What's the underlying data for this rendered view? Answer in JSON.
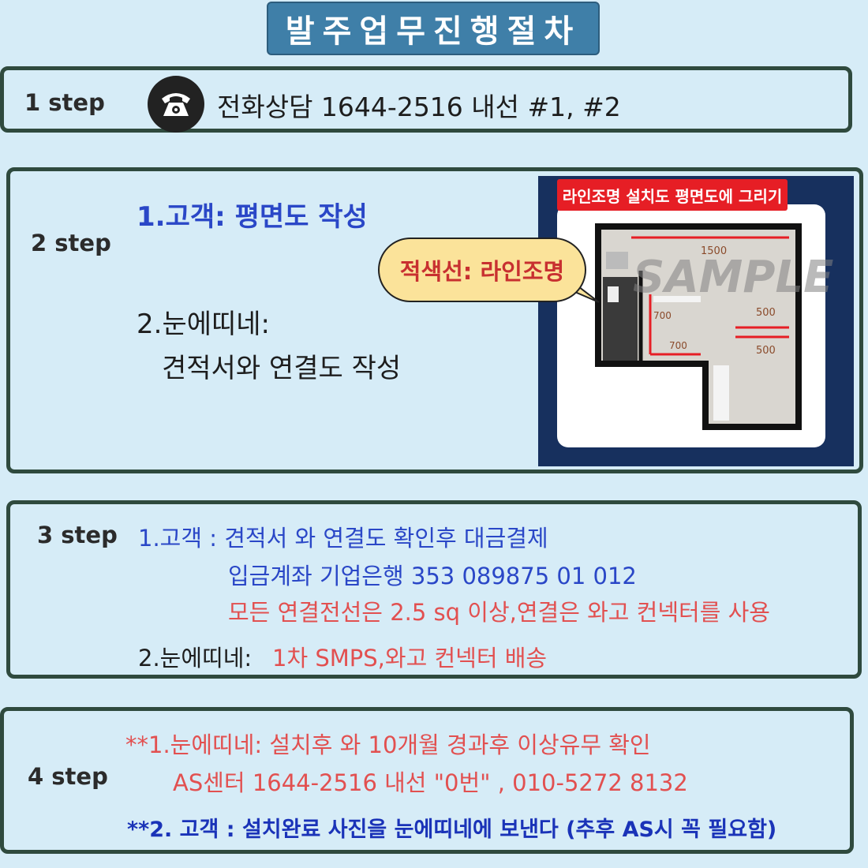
{
  "title": "발주업무진행절차",
  "step1": {
    "label": "1 step",
    "icon": "telephone-icon",
    "text": "전화상담 1644-2516 내선 #1, #2"
  },
  "step2": {
    "label": "2 step",
    "line1": "1.고객: 평면도 작성",
    "line2": "2.눈에띠네:",
    "line3": "견적서와 연결도 작성",
    "callout": "적색선: 라인조명",
    "plan": {
      "banner": "라인조명 설치도 평면도에 그리기",
      "watermark": "SAMPLE",
      "dims": [
        "1500",
        "500",
        "500",
        "700",
        "700"
      ]
    }
  },
  "step3": {
    "label": "3 step",
    "line1": "1.고객 : 견적서 와 연결도 확인후 대금결제",
    "line2": "입금계좌 기업은행 353 089875 01 012",
    "line3": "모든 연결전선은 2.5 sq 이상,연결은 와고 컨넥터를 사용",
    "line4_prefix": "2.눈에띠네:",
    "line4_red": "1차 SMPS,와고 컨넥터 배송"
  },
  "step4": {
    "label": "4 step",
    "line1": "**1.눈에띠네: 설치후 와 10개월 경과후 이상유무 확인",
    "line2": "AS센터 1644-2516 내선 \"0번\" , 010-5272 8132",
    "line3": "**2. 고객 : 설치완료 사진을 눈에띠네에 보낸다 (추후 AS시 꼭 필요함)"
  },
  "colors": {
    "title_bg": "#3f7fa8",
    "page_bg": "#d6ecf7",
    "border": "#2f4a3e",
    "blue_text": "#2a47c7",
    "red_text": "#e25050",
    "banner_red": "#e61e25",
    "callout_bg": "#fbe39a"
  }
}
